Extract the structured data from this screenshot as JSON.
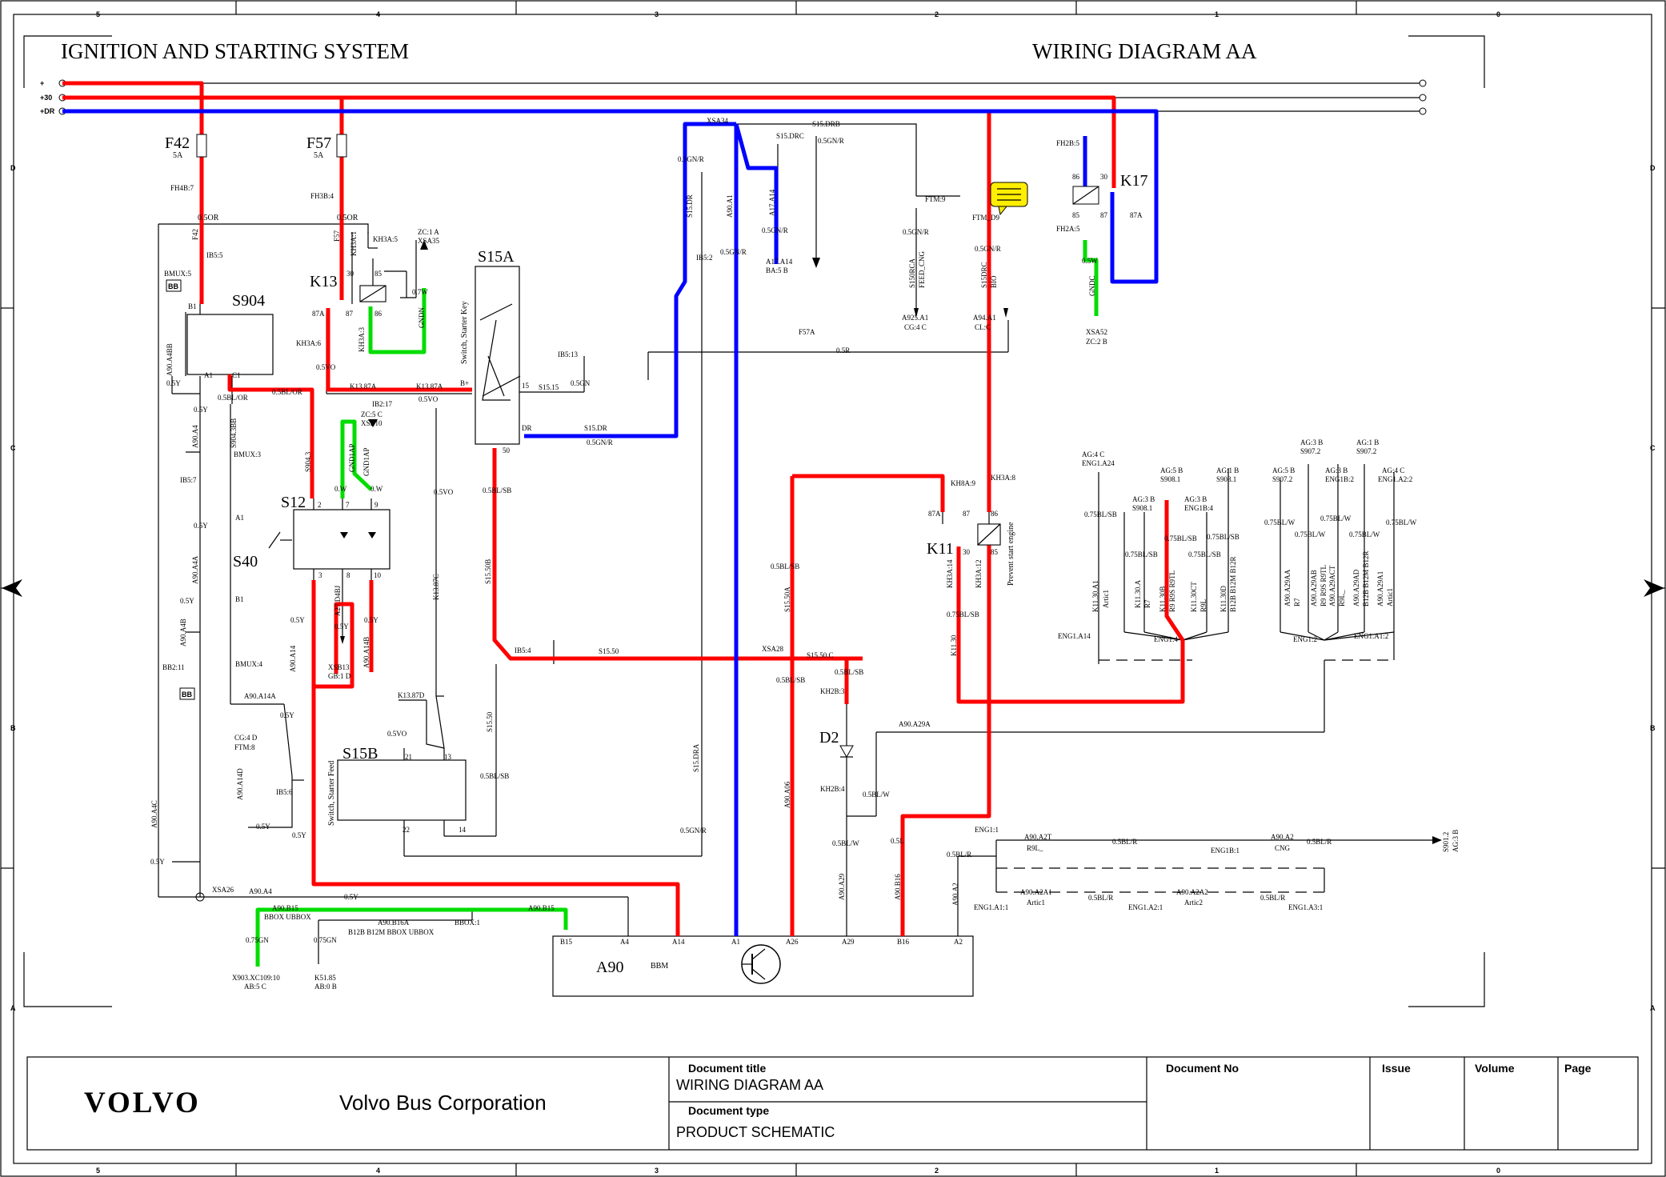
{
  "sheet": {
    "title_left": "IGNITION AND STARTING SYSTEM",
    "title_right": "WIRING DIAGRAM AA",
    "col_numbers": [
      "5",
      "4",
      "3",
      "2",
      "1",
      "0"
    ],
    "row_letters": [
      "D",
      "C",
      "B",
      "A"
    ]
  },
  "rails": [
    "+",
    "+30",
    "+DR"
  ],
  "fuses": [
    {
      "name": "F42",
      "rating": "5A",
      "pin": "FH4B:7"
    },
    {
      "name": "F57",
      "rating": "5A",
      "pin": "FH3B:4"
    }
  ],
  "components": {
    "s904": "S904",
    "k13": "K13",
    "s15a": "S15A",
    "s15a_desc": "Switch, Starter Key",
    "k17": "K17",
    "s12": "S12",
    "s40": "S40",
    "s15b": "S15B",
    "s15b_desc": "Switch, Starter Feed",
    "k11": "K11",
    "k11_desc": "Prevent start engine",
    "d2": "D2",
    "a90": "A90",
    "a90_desc": "BBM"
  },
  "wire_labels": {
    "or1": "0.5OR",
    "or2": "0.5OR",
    "f42": "F42",
    "f57": "F57",
    "ib55": "IB5:5",
    "bmux5": "BMUX:5",
    "bb": "BB",
    "b1": "B1",
    "a1": "A1",
    "c1": "C1",
    "a90a4bb": "A90.A4BB",
    "y05a": "0.5Y",
    "y05b": "0.5Y",
    "a90a4": "A90.A4",
    "ib57": "IB5:7",
    "y05c": "0.5Y",
    "a90a4a": "A90.A4A",
    "y05d": "0.5Y",
    "a90a4b": "A90.A4B",
    "bb211": "BB2:11",
    "bl_or": "0.5BL/OR",
    "bl_or2": "0.5BL/OR",
    "s904_3bb": "S904.3BB",
    "bmux3": "BMUX:3",
    "s40a1": "A1",
    "s40b1": "B1",
    "bmux4": "BMUX:4",
    "a90a14a": "A90.A14A",
    "y05e": "0.5Y",
    "cg4d": "CG:4 D",
    "ftm8": "FTM:8",
    "a90a14d": "A90.A14D",
    "y05f": "0.5Y",
    "ib56": "IB5:6",
    "a90a4c": "A90.A4C",
    "y05g": "0.5Y",
    "xsa26": "XSA26",
    "a90a4_2": "A90.A4",
    "y05h": "0.5Y",
    "kh3a5": "KH3A:5",
    "kh3a1": "KH3A:1",
    "k13_30": "30",
    "k13_85": "85",
    "k13_86": "86",
    "k13_87": "87",
    "k13_87a": "87A",
    "k13_gnd": "GNDN",
    "kh3a6": "KH3A:6",
    "kh3a3": "KH3A:3",
    "y07": "0.7W",
    "vo05": "0.5VO",
    "k1387a": "K13.87A",
    "k1387a2": "K13.87A",
    "vo05b": "0.5VO",
    "ib217": "IB2:17",
    "zc1a": "ZC:1 A",
    "xsa35": "XSA35",
    "s9043": "S904.3",
    "zc5c": "ZC:5 C",
    "xsb10": "XSB10",
    "gnd1ap": "GND1AP",
    "gnd1ap2": "GND1AP",
    "w05a": "0.W",
    "w05b": "0.W",
    "s12_2": "2",
    "s12_7": "7",
    "s12_9": "9",
    "s12_3": "3",
    "s12_8": "8",
    "s12_10": "10",
    "y05i": "0.5Y",
    "a27": "A27.D4BJ",
    "y05j": "0.5Y",
    "xsb13": "XSB13",
    "gb1d": "GB:1 D",
    "y05k": "0.5Y",
    "a90a14b": "A90.A14B",
    "a90a14": "A90.A14",
    "y05l": "0.5Y",
    "vo05c": "0.5VO",
    "k1387c": "K13.87C",
    "k1387d": "K13.87D",
    "vo05d": "0.5VO",
    "s15b_21": "21",
    "s15b_13": "13",
    "s15b_22": "22",
    "s15b_14": "14",
    "s15a_bplus": "B+",
    "s15a_15": "15",
    "s15a_dr": "DR",
    "s15a_50": "50",
    "s1515": "S15.15",
    "n05gn": "0.5GN",
    "ib513": "IB5:13",
    "s15dr": "S15.DR",
    "gn05r": "0.5GN/R",
    "blsb05": "0.5BL/SB",
    "s1550b": "S15.50B",
    "ib54": "IB5:4",
    "s1550": "S15.50",
    "s1550a": "S15.50",
    "blsb05b": "0.5BL/SB",
    "xsa34": "XSA34",
    "s15drc": "S15.DRC",
    "gn05r2": "0.5GN/R",
    "s15drb": "S15.DRB",
    "gn05r3": "0.5GN/R",
    "s15dr2": "S15.DR",
    "ib52": "IB5:2",
    "a90a1": "A90.A1",
    "gn05r4": "0.5GN/R",
    "a17a14": "A17.A14",
    "gnr05": "0.5GN/R",
    "a17a14b": "A17.A14",
    "ba5b": "BA:5 B",
    "ftm9": "FTM:9",
    "gnr05b": "0.5GN/R",
    "s150rca": "S150RCA",
    "feed": "FEED_CNG",
    "a925a1": "A925.A1",
    "cg4c": "CG:4 C",
    "ftm_d9": "FTM_D9",
    "nr05": "0.5GN/R",
    "s15drc2": "S15DRC",
    "bio": "BIO",
    "a94": "A94.A1",
    "cl": "CL:C",
    "f57a": "F57A",
    "sr05": "0.5R",
    "fh2b5": "FH2B:5",
    "k17_86": "86",
    "k17_30": "30",
    "k17_85": "85",
    "k17_87": "87",
    "k17_87a": "87A",
    "fh2a5": "FH2A:5",
    "w05c": "0.5W",
    "gndc": "GNDC",
    "xsa52": "XSA52",
    "zc2b": "ZC:2 B",
    "kh8a9": "KH8A:9",
    "kh3a8": "KH3A:8",
    "k11_87a": "87A",
    "k11_87": "87",
    "k11_86": "86",
    "k11_30": "30",
    "k11_85": "85",
    "kh3a14": "KH3A:14",
    "kh3a12": "KH3A:12",
    "blsb75": "0.75BL/SB",
    "k1130": "K11.30",
    "blsb05c": "0.5BL/SB",
    "s1550a2": "S15.50A",
    "xsa28": "XSA28",
    "s1550c": "S15.50.C",
    "blsb05d": "0.5BL/SB",
    "blsb05e": "0.5BL/SB",
    "kh2b3": "KH2B:3",
    "kh2b4": "KH2B:4",
    "blw05": "0.5BL/W",
    "a90a29a": "A90.A29A",
    "blw05b": "0.5BL/W",
    "a90a29": "A90.A29",
    "a90a06": "A90.A06",
    "s1550da": "S15.DRA",
    "gnr05c": "0.5GN/R",
    "sl05": "0.5L",
    "a90b16": "A90.B16",
    "eng11": "ENG1:1",
    "blr05": "0.5BL/R",
    "a90a2t": "A90.A2T",
    "r9l": "R9L_",
    "blr05b": "0.5BL/R",
    "eng1b1": "ENG1B:1",
    "a90a2": "A90.A2",
    "cng": "CNG",
    "blr05c": "0.5BL/R",
    "s9012": "S901.2",
    "ag3b": "AG:3 B",
    "eng1a11": "ENG1.A1:1",
    "a90a2a1": "A90.A2A1",
    "artic1": "Artic1",
    "blr05d": "0.5BL/R",
    "eng1a21": "ENG1.A2:1",
    "a90a2a2": "A90.A2A2",
    "artic2": "Artic2",
    "blr05e": "0.5BL/R",
    "eng1a31": "ENG1.A3:1",
    "a90a2b": "A90.A2",
    "bbox_a": "A90.B15",
    "bbox_b": "BBOX UBBOX",
    "bbox_c": "A90.B16A",
    "bbox_d": "B12B B12M BBOX UBBOX",
    "bbox_e": "BBOX:1",
    "bbox_f": "A90.B15",
    "gn075a": "0.75GN",
    "gn075b": "0.75GN",
    "x903": "X903.XC109:10",
    "ab5c": "AB:5 C",
    "k5185": "K51.85",
    "ab0b": "AB:0 B"
  },
  "eng_group_left": {
    "top": [
      {
        "a": "AG:4 C",
        "b": "ENG1.A24"
      },
      {
        "a": "AG:3 B",
        "b": "S908.1"
      },
      {
        "a": "AG:1 B",
        "b": "S908.1"
      },
      {
        "a": "AG:5 B",
        "b": "S908.1"
      },
      {
        "a": "AG:3 B",
        "b": "ENG1B:4"
      }
    ],
    "wires": [
      "0.75BL/SB",
      "0.75BL/SB",
      "0.75BL/SB",
      "0.75BL/SB",
      "0.75BL/SB"
    ],
    "codes": [
      "K11.30.A1",
      "K11.30.A",
      "K11.30B",
      "K11.30CT",
      "K11.30D"
    ],
    "subs": [
      "Artic1",
      "R7",
      "R9 R9S R9TL",
      "R9L_",
      "B12B B12M B12R"
    ],
    "conn1": "ENG1.A14",
    "conn2": "ENG1:4"
  },
  "eng_group_right": {
    "top": [
      {
        "a": "AG:5 B",
        "b": "S907.2"
      },
      {
        "a": "AG:3 B",
        "b": "S907.2"
      },
      {
        "a": "AG:1 B",
        "b": "S907.2"
      },
      {
        "a": "AG:3 B",
        "b": "ENG1B:2"
      },
      {
        "a": "AG:4 C",
        "b": "ENG1.A2:2"
      }
    ],
    "wires": [
      "0.75BL/W",
      "0.75BL/W",
      "0.75BL/W",
      "0.75BL/W",
      "0.75BL/W"
    ],
    "codes": [
      "A90.A29AA",
      "A90.A29AB",
      "A90.A29ACT",
      "A90.A29AD",
      "A90.A29A1"
    ],
    "subs": [
      "R7",
      "R9 R9S R9TL",
      "R9L_",
      "B12B B12M B12R",
      "Artic1"
    ],
    "conn1": "ENG1:2",
    "conn2": "ENG1.A1:2"
  },
  "a90_pins": [
    "B15",
    "A4",
    "A14",
    "A1",
    "A26",
    "A29",
    "B16",
    "A2"
  ],
  "title_block": {
    "company": "Volvo Bus Corporation",
    "logo": "VOLVO",
    "doc_title_label": "Document title",
    "doc_title": "WIRING DIAGRAM AA",
    "doc_type_label": "Document type",
    "doc_type": "PRODUCT SCHEMATIC",
    "doc_no_label": "Document No",
    "issue_label": "Issue",
    "volume_label": "Volume",
    "page_label": "Page"
  },
  "colors": {
    "red": "#ff0000",
    "blue": "#0000ff",
    "green": "#00dd00",
    "note": "#ffee00"
  },
  "icons": [
    "note-icon",
    "transistor-symbol-icon",
    "diode-icon",
    "relay-coil-icon",
    "bb-ground-icon"
  ]
}
